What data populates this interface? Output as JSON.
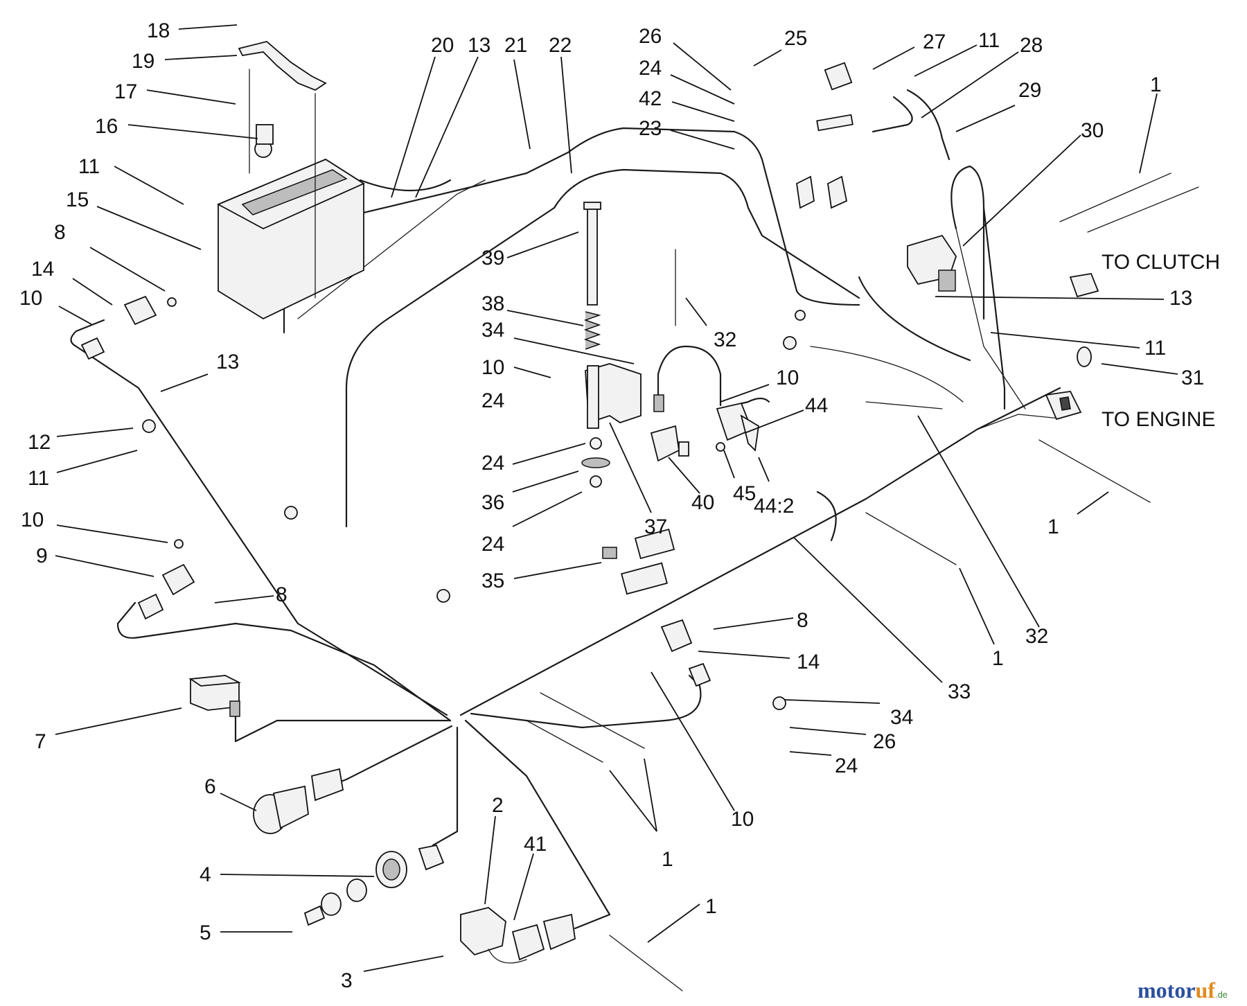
{
  "destinations": {
    "clutch": "TO CLUTCH",
    "engine": "TO ENGINE"
  },
  "watermark": {
    "name_part1": "motor",
    "name_part2": "uf",
    "suffix": ".de",
    "colors": {
      "blue": "#2a4f9e",
      "orange": "#e08a1e",
      "green": "#3a8a3a"
    }
  },
  "callouts": [
    "18",
    "19",
    "17",
    "16",
    "11",
    "15",
    "8",
    "14",
    "10",
    "20",
    "13",
    "21",
    "22",
    "26",
    "24",
    "42",
    "23",
    "25",
    "27",
    "11",
    "28",
    "29",
    "30",
    "1",
    "13",
    "11",
    "31",
    "39",
    "38",
    "34",
    "10",
    "24",
    "24",
    "36",
    "24",
    "37",
    "32",
    "10",
    "44",
    "40",
    "45",
    "44:2",
    "13",
    "12",
    "11",
    "10",
    "9",
    "8",
    "35",
    "7",
    "6",
    "4",
    "5",
    "2",
    "41",
    "3",
    "1",
    "8",
    "14",
    "10",
    "34",
    "26",
    "24",
    "33",
    "1",
    "32",
    "1",
    "1"
  ]
}
